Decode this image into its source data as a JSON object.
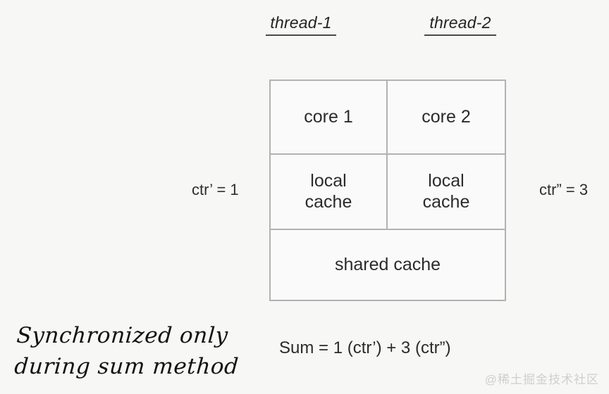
{
  "threads": {
    "left": "thread-1",
    "right": "thread-2"
  },
  "diagram": {
    "cores": [
      "core 1",
      "core 2"
    ],
    "local_caches": [
      "local\ncache",
      "local\ncache"
    ],
    "shared_cache": "shared cache",
    "border_color": "#b2b2b2",
    "fill_color": "#fafafa"
  },
  "counters": {
    "left": "ctr’ = 1",
    "right": "ctr” = 3"
  },
  "formula": "Sum = 1 (ctr’) + 3 (ctr”)",
  "annotation": "Synchronized only\nduring sum method",
  "watermark": "@稀土掘金技术社区",
  "background_color": "#f7f7f6",
  "text_color": "#2b2b2b"
}
